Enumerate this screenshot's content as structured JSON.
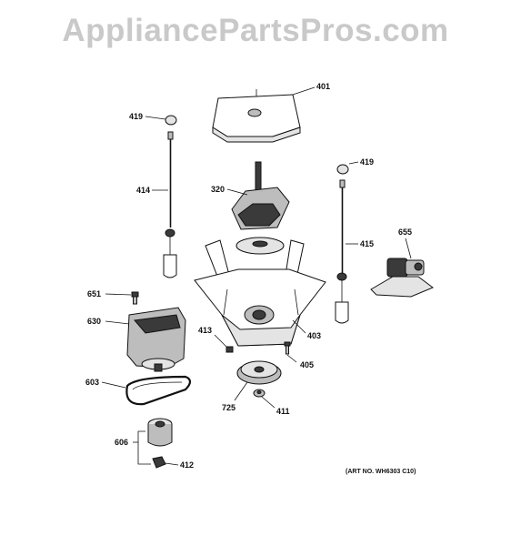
{
  "watermark": "AppliancePartsPros.com",
  "art_number": "(ART NO. WH6303 C10)",
  "callouts": {
    "c401": "401",
    "c419a": "419",
    "c419b": "419",
    "c414": "414",
    "c320": "320",
    "c415": "415",
    "c655": "655",
    "c651": "651",
    "c630": "630",
    "c413": "413",
    "c403": "403",
    "c405": "405",
    "c603": "603",
    "c725": "725",
    "c411": "411",
    "c606": "606",
    "c412": "412"
  }
}
